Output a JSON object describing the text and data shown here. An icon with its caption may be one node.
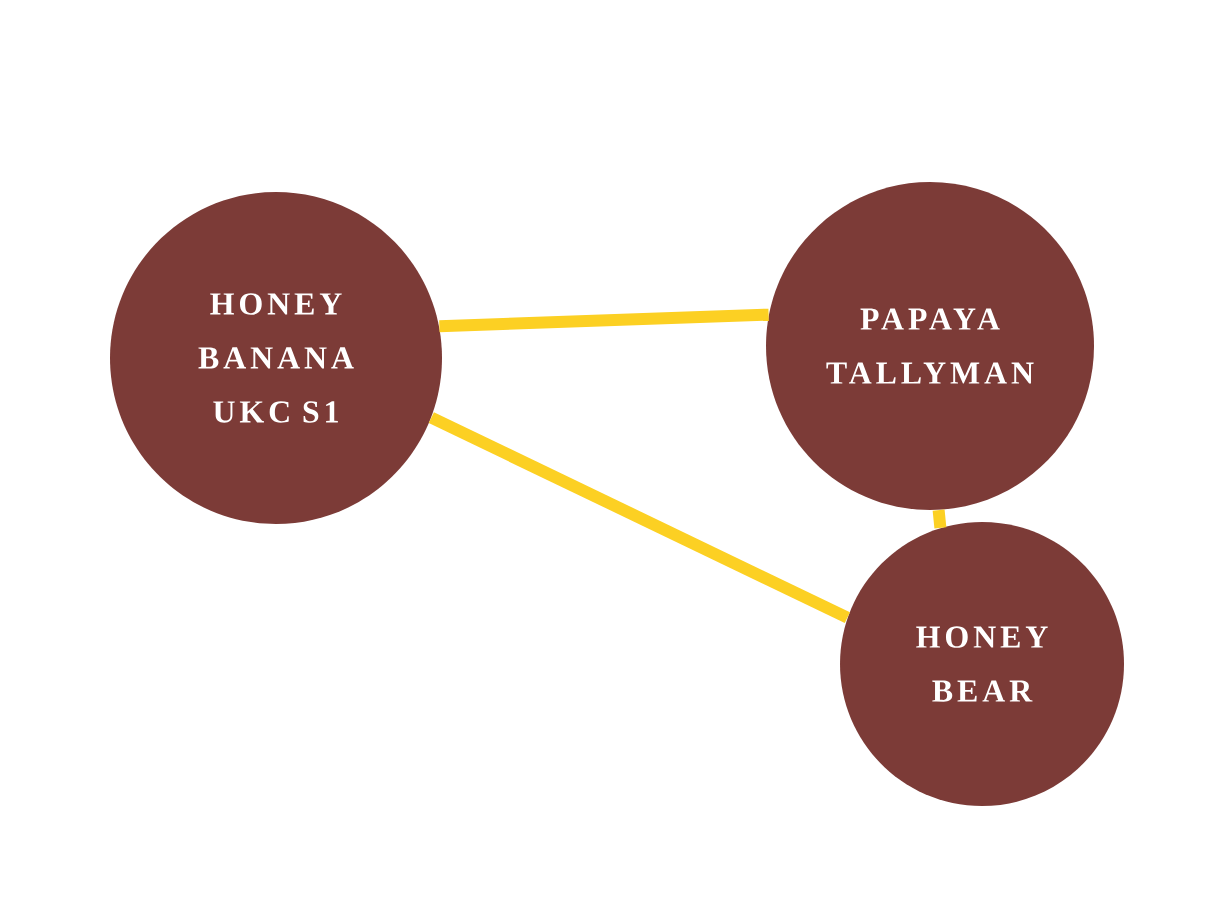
{
  "diagram": {
    "nodes": [
      {
        "text": [
          "HONEY BANANA UKC S1"
        ]
      },
      {
        "text": [
          "PAPAYA TALLYMAN"
        ]
      },
      {
        "text": [
          "HONEY BEAR"
        ]
      }
    ],
    "edges": [
      {
        "from": 0,
        "to": 1,
        "arrow": "none"
      },
      {
        "from": 0,
        "to": 2,
        "arrow": "none"
      },
      {
        "from": 1,
        "to": 2,
        "arrow": "none"
      }
    ]
  }
}
